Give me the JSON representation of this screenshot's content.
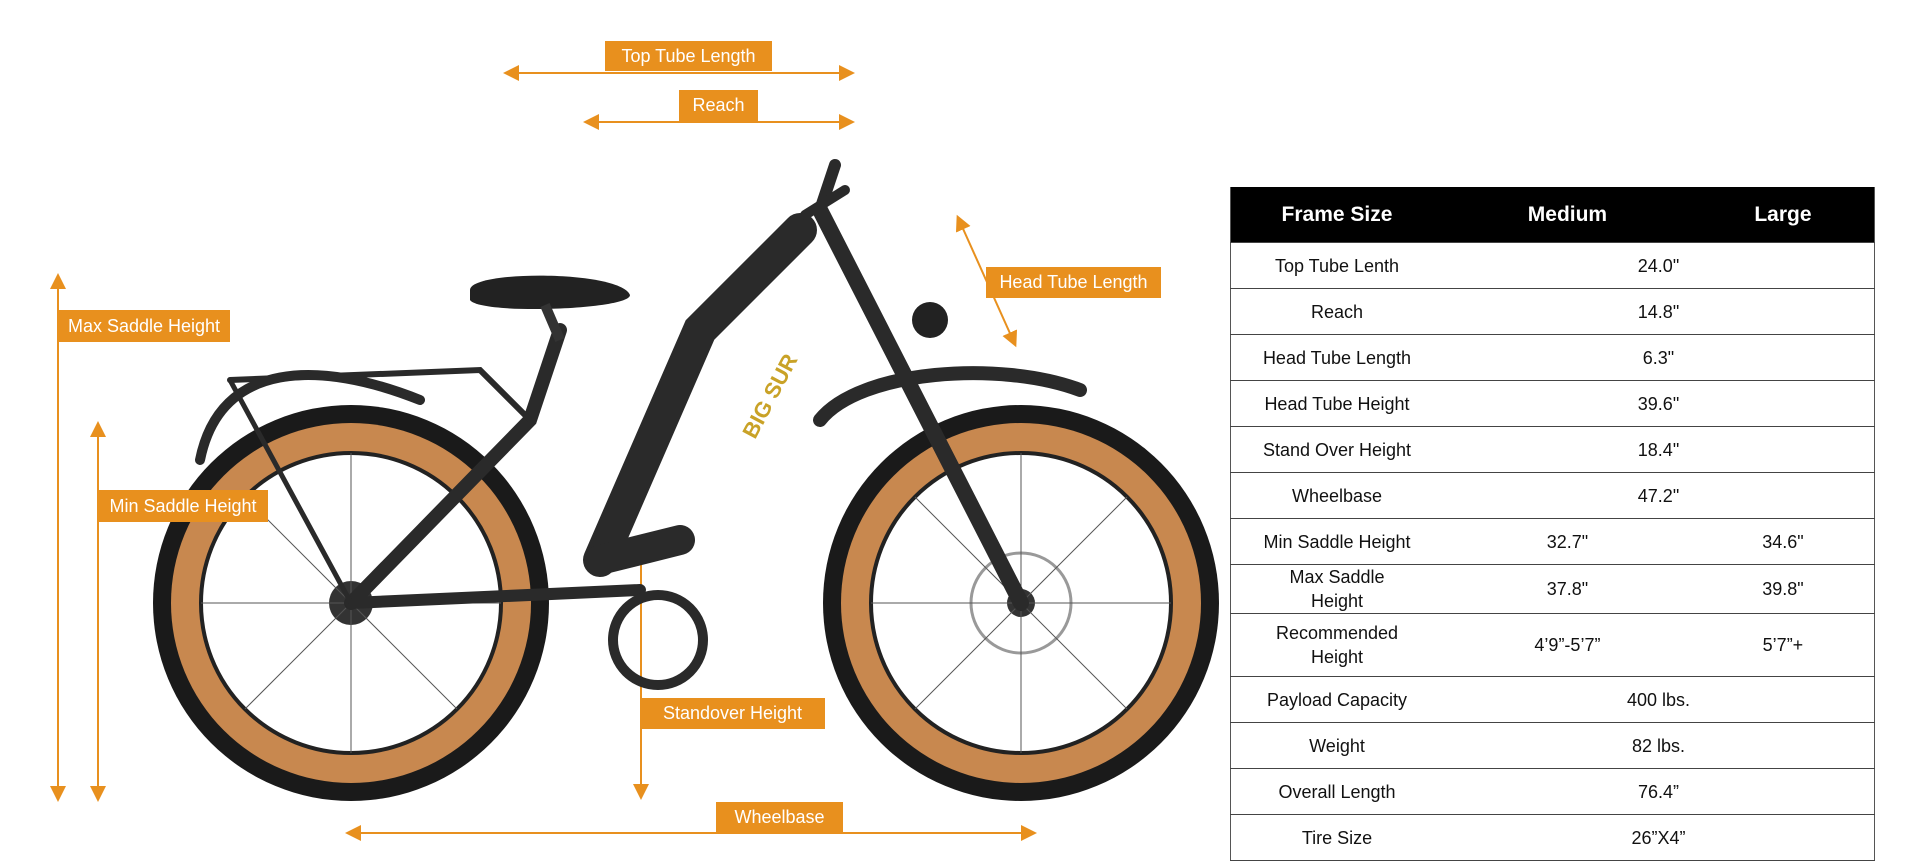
{
  "accent_color": "#E8901E",
  "brand_logo": "BIG SUR",
  "labels": {
    "top_tube_length": "Top Tube Length",
    "reach": "Reach",
    "head_tube_length": "Head Tube Length",
    "max_saddle_height": "Max Saddle Height",
    "min_saddle_height": "Min Saddle Height",
    "standover_height": "Standover Height",
    "wheelbase": "Wheelbase"
  },
  "table": {
    "headers": [
      "Frame Size",
      "Medium",
      "Large"
    ],
    "rows": [
      {
        "name": "Top Tube Lenth",
        "value": "24.0\""
      },
      {
        "name": "Reach",
        "value": "14.8\""
      },
      {
        "name": "Head Tube Length",
        "value": "6.3\""
      },
      {
        "name": "Head Tube Height",
        "value": "39.6\""
      },
      {
        "name": "Stand Over Height",
        "value": "18.4\""
      },
      {
        "name": "Wheelbase",
        "value": "47.2\""
      },
      {
        "name": "Min Saddle Height",
        "medium": "32.7\"",
        "large": "34.6\""
      },
      {
        "name": "Max Saddle Height",
        "medium": "37.8\"",
        "large": "39.8\""
      },
      {
        "name": "Recommended Height",
        "medium": "4’9”-5’7”",
        "large": "5’7”+"
      },
      {
        "name": "Payload Capacity",
        "value": "400 lbs."
      },
      {
        "name": "Weight",
        "value": "82 lbs."
      },
      {
        "name": "Overall Length",
        "value": "76.4”"
      },
      {
        "name": "Tire Size",
        "value": "26”X4”"
      }
    ]
  }
}
